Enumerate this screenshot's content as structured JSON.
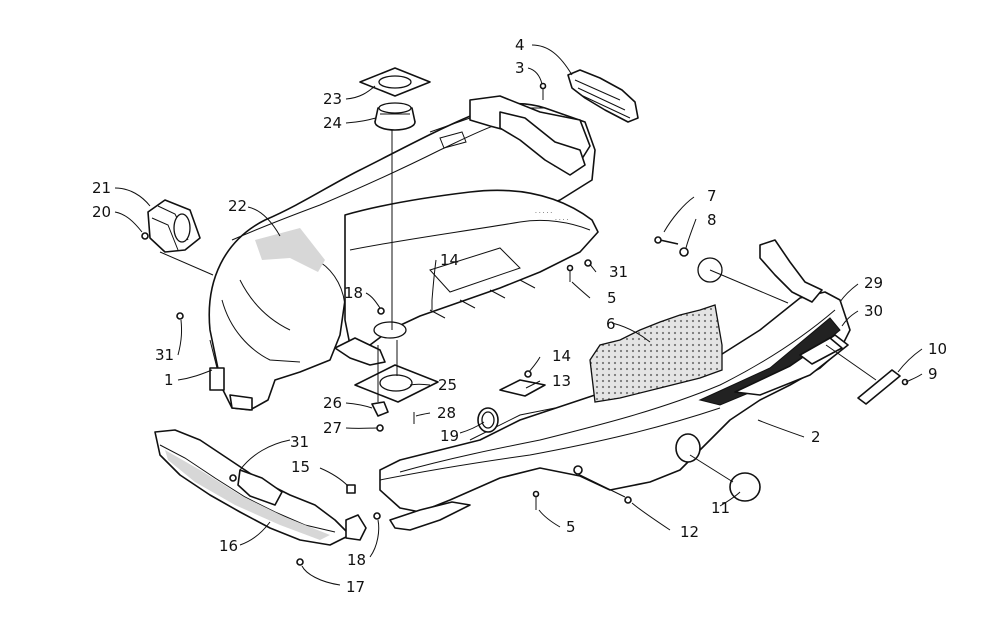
{
  "callouts": {
    "c1": "1",
    "c2": "2",
    "c3": "3",
    "c4": "4",
    "c5a": "5",
    "c5b": "5",
    "c6": "6",
    "c7": "7",
    "c8": "8",
    "c9": "9",
    "c10": "10",
    "c11": "11",
    "c12": "12",
    "c13": "13",
    "c14a": "14",
    "c14b": "14",
    "c15": "15",
    "c16": "16",
    "c17": "17",
    "c18a": "18",
    "c18b": "18",
    "c19": "19",
    "c20": "20",
    "c21": "21",
    "c22": "22",
    "c23": "23",
    "c24": "24",
    "c25": "25",
    "c26": "26",
    "c27": "27",
    "c28": "28",
    "c29": "29",
    "c30": "30",
    "c31a": "31",
    "c31b": "31",
    "c31c": "31"
  }
}
